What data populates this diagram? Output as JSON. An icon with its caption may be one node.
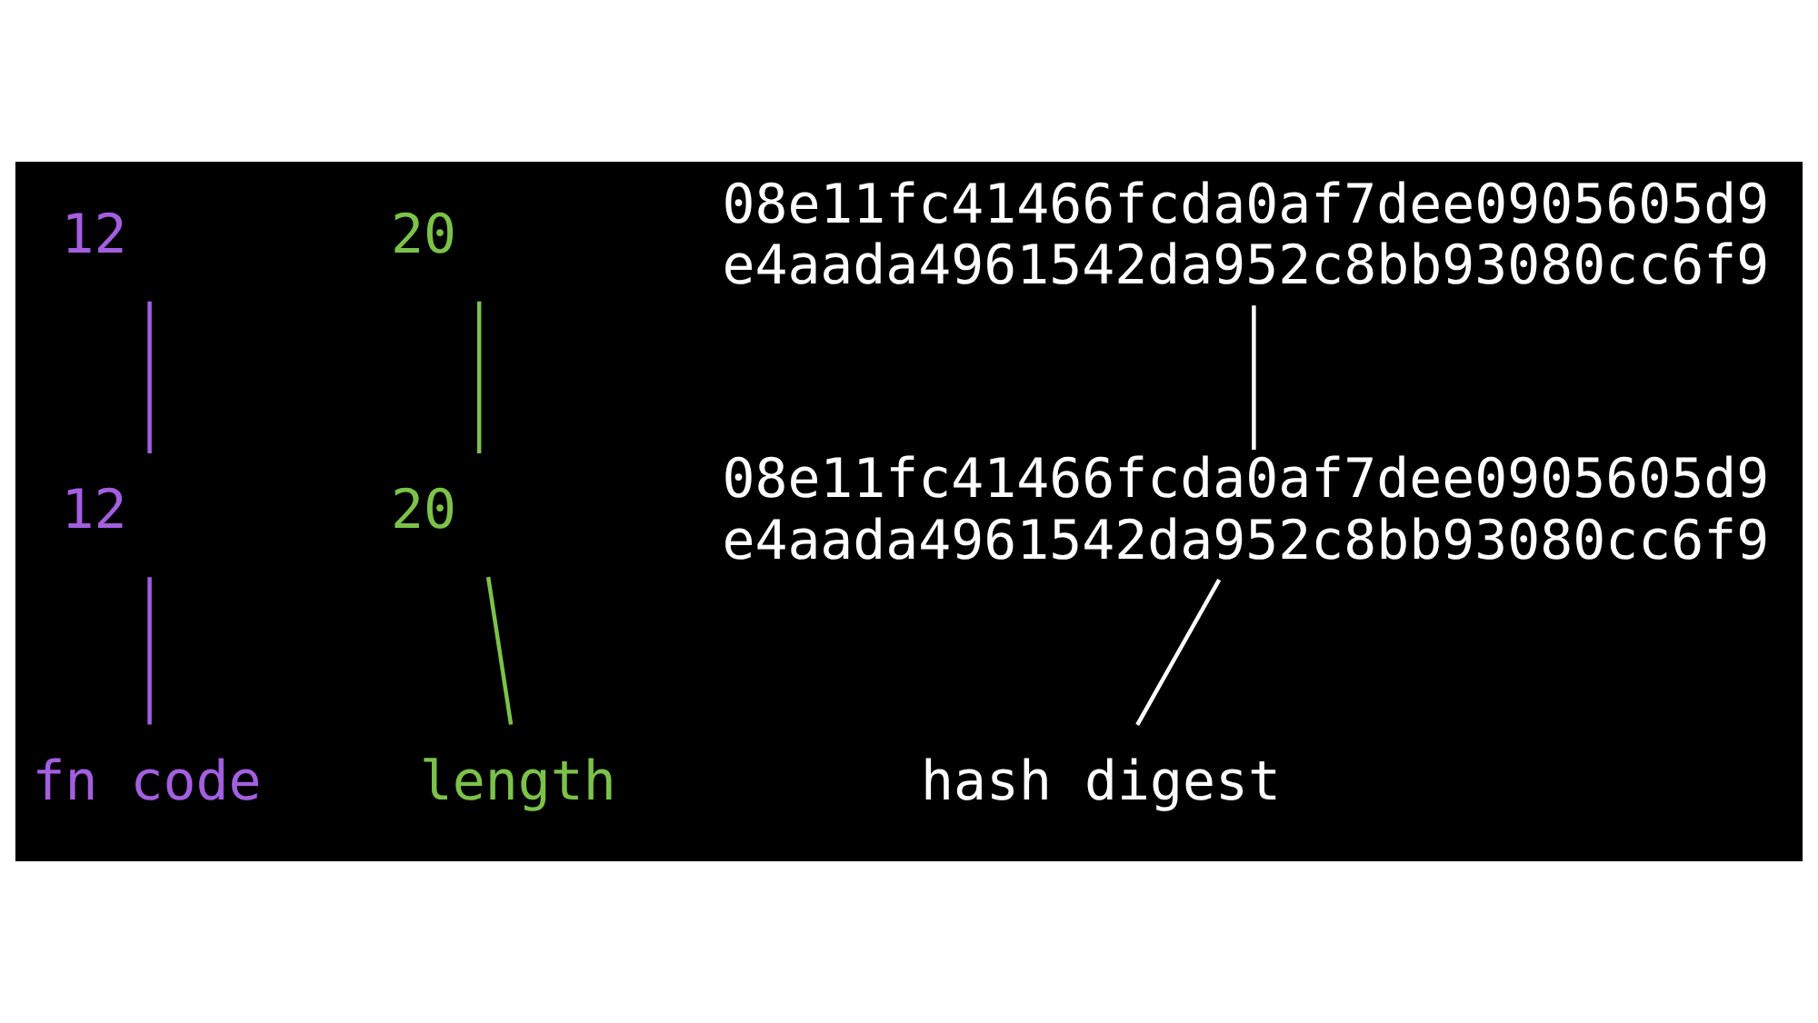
{
  "diagram": {
    "nodes": [
      {
        "text": [
          "12"
        ]
      },
      {
        "text": [
          "20"
        ]
      },
      {
        "text": [
          "08e11fc41466fcda0af7dee0905605d9 e4aada4961542da952c8bb93080cc6f9"
        ]
      },
      {
        "text": [
          "12"
        ]
      },
      {
        "text": [
          "20"
        ]
      },
      {
        "text": [
          "08e11fc41466fcda0af7dee0905605d9 e4aada4961542da952c8bb93080cc6f9"
        ]
      },
      {
        "text": [
          "fn code"
        ]
      },
      {
        "text": [
          "length"
        ]
      },
      {
        "text": [
          "hash digest"
        ]
      }
    ],
    "edges": [
      {
        "from": 0,
        "to": 3,
        "arrow": "none",
        "color": "#a35fe0"
      },
      {
        "from": 1,
        "to": 4,
        "arrow": "none",
        "color": "#7cc24a"
      },
      {
        "from": 2,
        "to": 5,
        "arrow": "none",
        "color": "#ffffff"
      },
      {
        "from": 3,
        "to": 6,
        "arrow": "none",
        "color": "#a35fe0"
      },
      {
        "from": 4,
        "to": 7,
        "arrow": "none",
        "color": "#7cc24a"
      },
      {
        "from": 5,
        "to": 8,
        "arrow": "none",
        "color": "#ffffff"
      }
    ]
  }
}
